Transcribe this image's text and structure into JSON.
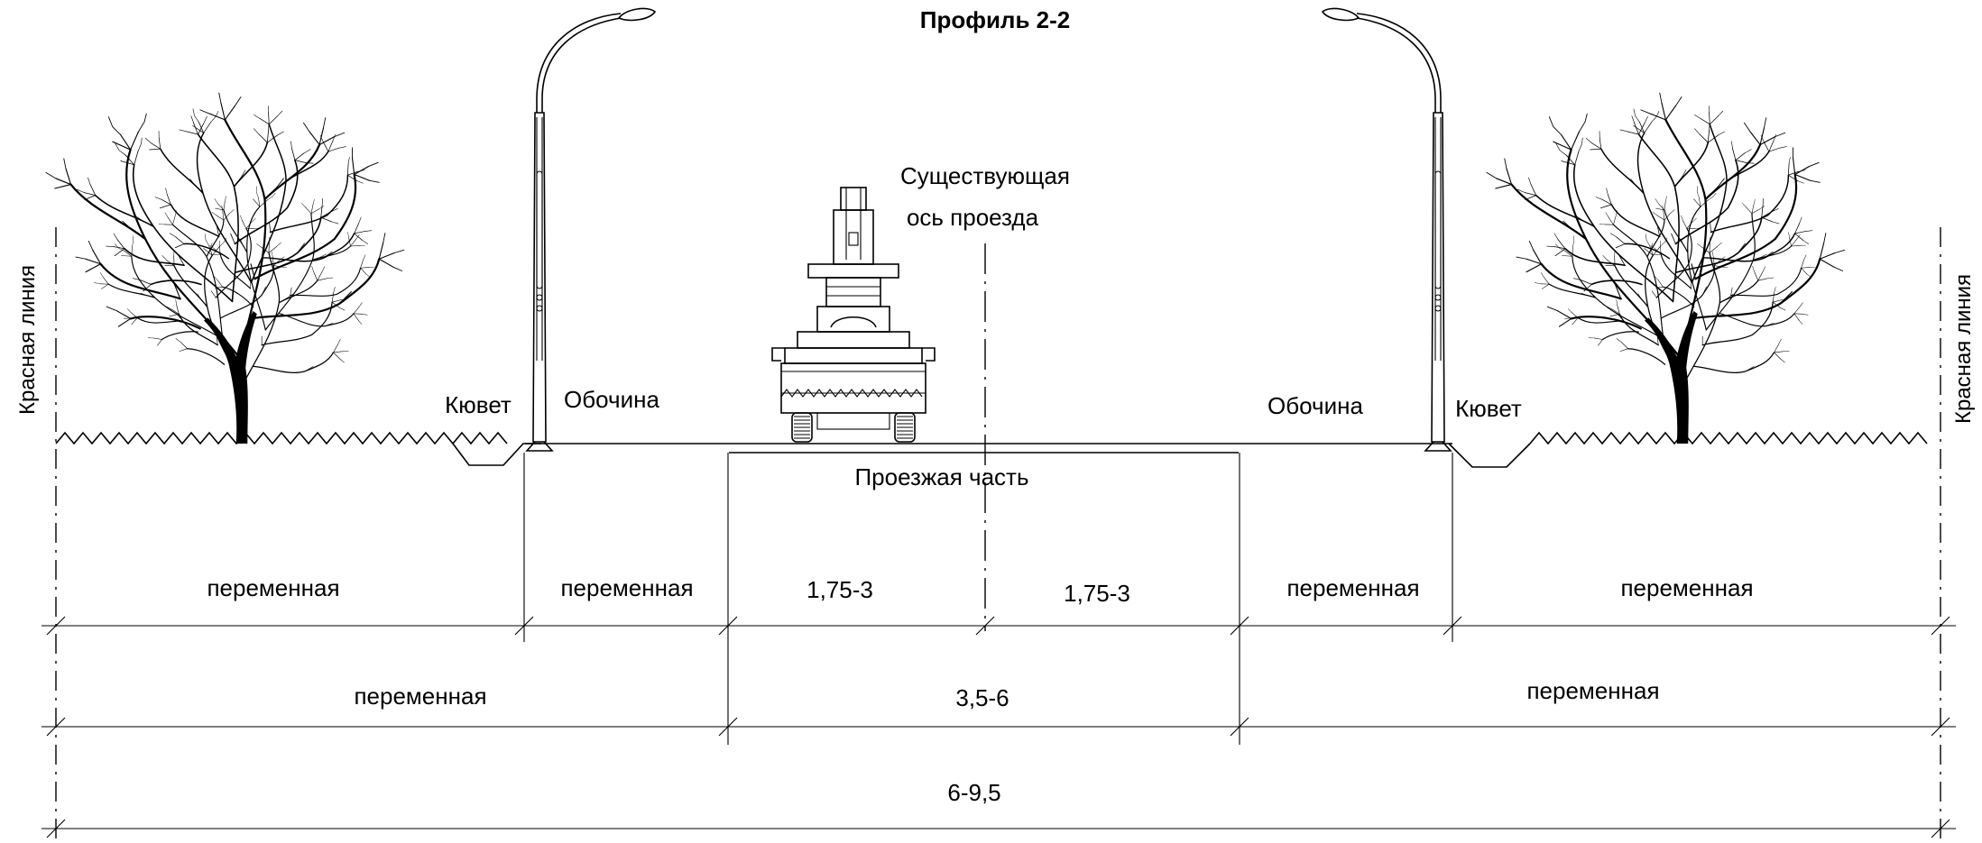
{
  "title": "Профиль 2-2",
  "labels": {
    "red_line_left": "Красная линия",
    "red_line_right": "Красная линия",
    "ditch_left": "Кювет",
    "ditch_right": "Кювет",
    "shoulder_left": "Обочина",
    "shoulder_right": "Обочина",
    "axis_line1": "Существующая",
    "axis_line2": "ось проезда",
    "carriageway": "Проезжая часть"
  },
  "dimensions": {
    "row1": [
      "переменная",
      "переменная",
      "1,75-3",
      "1,75-3",
      "переменная",
      "переменная"
    ],
    "row2": [
      "переменная",
      "3,5-6",
      "переменная"
    ],
    "row3": [
      "6-9,5"
    ]
  },
  "colors": {
    "line": "#000000",
    "background": "#ffffff"
  },
  "icons": [
    "tree-icon",
    "street-lamp-icon",
    "excavator-icon"
  ]
}
